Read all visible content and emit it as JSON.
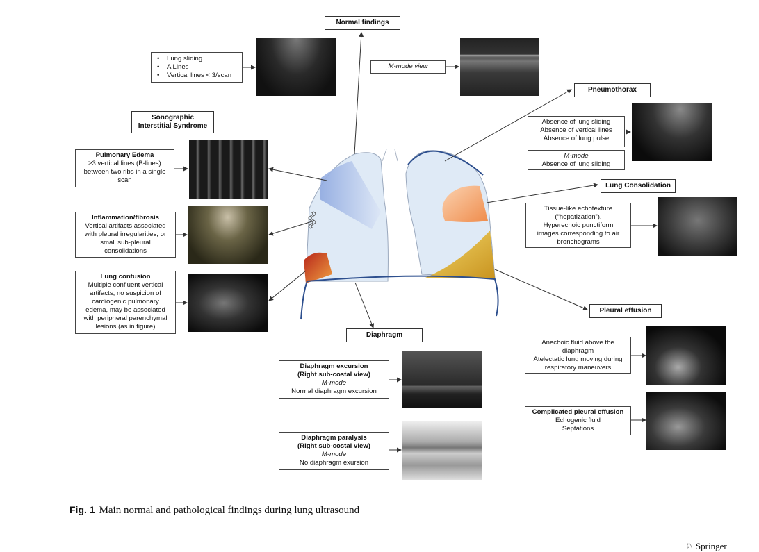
{
  "titles": {
    "normal_findings": "Normal findings",
    "pneumothorax": "Pneumothorax",
    "lung_consolidation": "Lung Consolidation",
    "pleural_effusion": "Pleural effusion",
    "diaphragm": "Diaphragm",
    "sis": "Sonographic Interstitial Syndrome"
  },
  "normal": {
    "bullets": [
      "Lung sliding",
      "A Lines",
      "Vertical lines < 3/scan"
    ],
    "mmode": "M-mode view"
  },
  "pneumothorax": {
    "lines": [
      "Absence of lung sliding",
      "Absence of vertical lines",
      "Absence of lung pulse"
    ],
    "mmode_label": "M-mode",
    "mmode_text": "Absence of lung sliding"
  },
  "consolidation": {
    "lines": [
      "Tissue-like echotexture",
      "(“hepatization”).",
      "Hyperechoic punctiform",
      "images corresponding to air",
      "bronchograms"
    ]
  },
  "effusion": {
    "lines": [
      "Anechoic fluid above the",
      "diaphragm",
      "Atelectatic lung moving during",
      "respiratory maneuvers"
    ]
  },
  "complicated": {
    "title": "Complicated pleural effusion",
    "lines": [
      "Echogenic fluid",
      "Septations"
    ]
  },
  "edema": {
    "title": "Pulmonary Edema",
    "lines": [
      "≥3 vertical lines (B-lines)",
      "between two ribs in a single",
      "scan"
    ]
  },
  "inflammation": {
    "title": "Inflammation/fibrosis",
    "lines": [
      "Vertical artifacts associated",
      "with pleural irregularities, or",
      "small sub-pleural",
      "consolidations"
    ]
  },
  "contusion": {
    "title": "Lung contusion",
    "lines": [
      "Multiple confluent vertical",
      "artifacts, no suspicion of",
      "cardiogenic pulmonary",
      "edema, may be associated",
      "with peripheral parenchymal",
      "lesions (as in figure)"
    ]
  },
  "excursion": {
    "title1": "Diaphragm excursion",
    "title2": "(Right sub-costal view)",
    "mmode": "M-mode",
    "text": "Normal diaphragm excursion"
  },
  "paralysis": {
    "title1": "Diaphragm paralysis",
    "title2": "(Right sub-costal view)",
    "mmode": "M-mode",
    "text": "No diaphragm exursion"
  },
  "caption": {
    "label": "Fig. 1",
    "text": "Main normal and pathological findings during lung ultrasound"
  },
  "footer": "Springer",
  "colors": {
    "lung_fill": "#dfeaf6",
    "outline": "#2d4f8e",
    "blue_region": "#9db6e4",
    "orange_region": "#f2a46c",
    "red_region": "#c8361d",
    "yellow_region": "#d9a52c"
  }
}
